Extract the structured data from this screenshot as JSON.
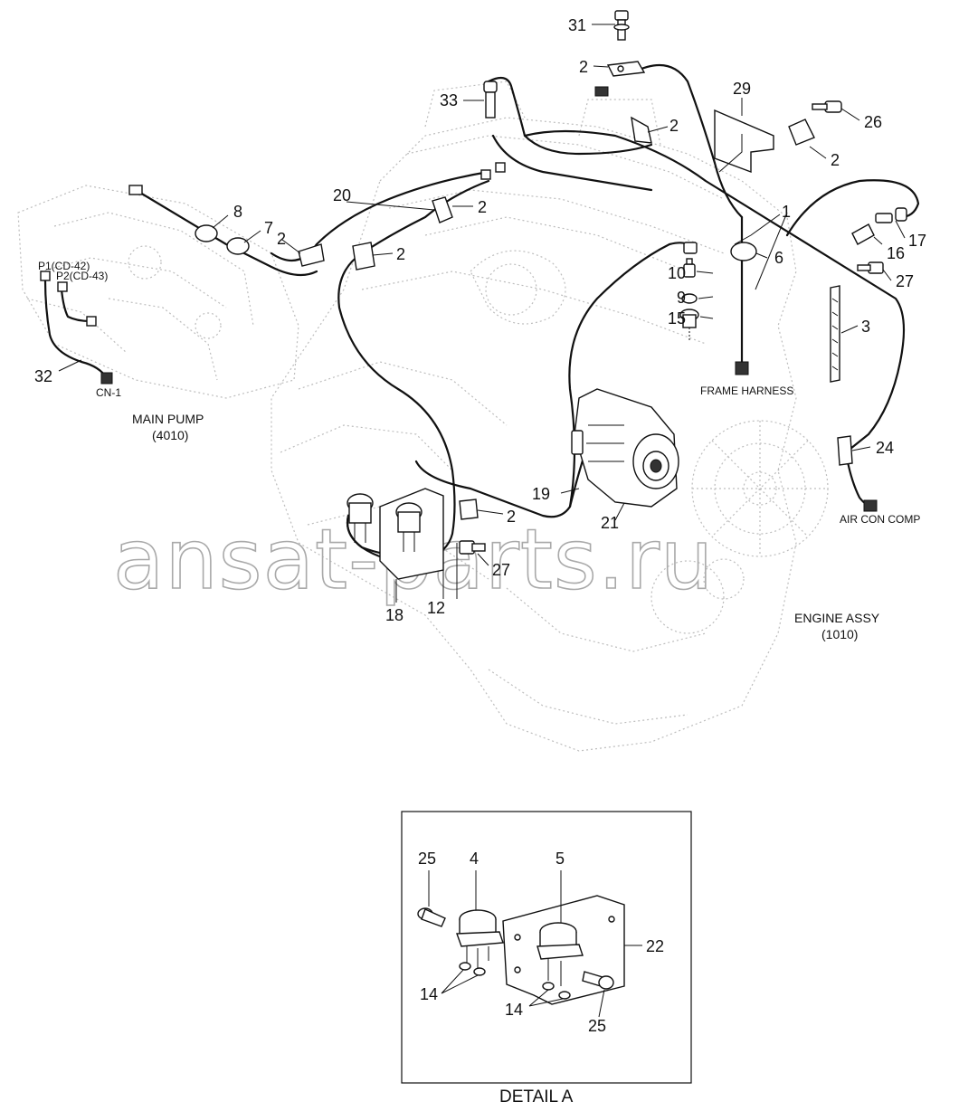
{
  "callouts": {
    "n1": "1",
    "n2a": "2",
    "n2b": "2",
    "n2c": "2",
    "n2d": "2",
    "n2e": "2",
    "n2f": "2",
    "n2g": "2",
    "n3": "3",
    "n6": "6",
    "n7": "7",
    "n8": "8",
    "n9": "9",
    "n10": "10",
    "n12": "12",
    "n15": "15",
    "n16": "16",
    "n17": "17",
    "n18": "18",
    "n19": "19",
    "n20": "20",
    "n21": "21",
    "n24": "24",
    "n26": "26",
    "n27a": "27",
    "n27b": "27",
    "n29": "29",
    "n31": "31",
    "n32": "32",
    "n33": "33"
  },
  "labels": {
    "p1": "P1(CD-42)",
    "p2": "P2(CD-43)",
    "cn1": "CN-1",
    "main_pump": "MAIN PUMP",
    "main_pump_code": "(4010)",
    "frame_harness": "FRAME HARNESS",
    "air_con_comp": "AIR CON COMP",
    "engine_assy": "ENGINE ASSY",
    "engine_assy_code": "(1010)"
  },
  "watermark": "ansat-parts.ru",
  "detail": {
    "title": "DETAIL A",
    "callouts": {
      "d25a": "25",
      "d4": "4",
      "d5": "5",
      "d22": "22",
      "d14a": "14",
      "d14b": "14",
      "d25b": "25"
    }
  }
}
